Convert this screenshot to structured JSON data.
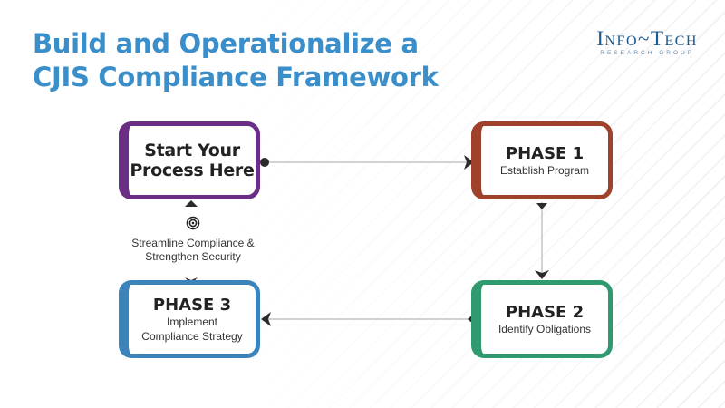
{
  "title": {
    "line1": "Build and Operationalize a",
    "line2": "CJIS Compliance Framework"
  },
  "logo": {
    "main": "Info~Tech",
    "sub": "RESEARCH GROUP"
  },
  "colors": {
    "title": "#3a8fca",
    "start": "#6a2f85",
    "phase1": "#a0412b",
    "phase2": "#2f9a70",
    "phase3": "#3a84bb",
    "connector": "#c4c4c4"
  },
  "start": {
    "line1": "Start Your",
    "line2": "Process Here"
  },
  "phases": [
    {
      "title": "PHASE 1",
      "subtitle": "Establish Program"
    },
    {
      "title": "PHASE 2",
      "subtitle": "Identify Obligations"
    },
    {
      "title": "PHASE 3",
      "subtitle_line1": "Implement",
      "subtitle_line2": "Compliance Strategy"
    }
  ],
  "goal": {
    "icon": "target-icon",
    "line1": "Streamline Compliance &",
    "line2": "Strengthen Security"
  }
}
